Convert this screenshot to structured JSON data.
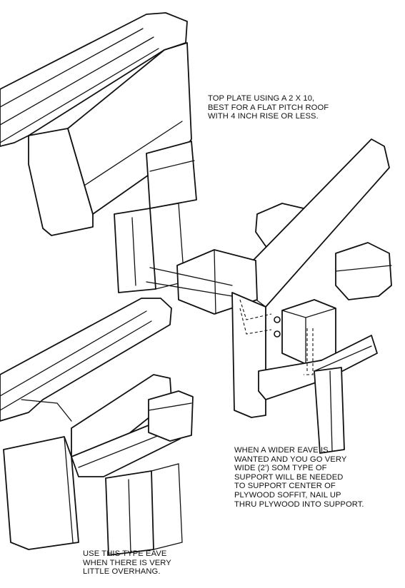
{
  "notes": {
    "top_plate": {
      "lines": [
        "TOP PLATE USING A 2 x 10,",
        "BEST FOR A FLAT PITCH ROOF",
        "WITH 4 INCH RISE OR LESS."
      ]
    },
    "wider_eave": {
      "lines": [
        "WHEN A WIDER EAVE IS",
        "WANTED AND YOU GO VERY",
        "WIDE (2') SOM TYPE OF",
        "SUPPORT WILL BE NEEDED",
        "TO SUPPORT CENTER OF",
        "PLYWOOD SOFFIT, NAIL UP",
        "THRU PLYWOOD INTO SUPPORT."
      ]
    },
    "little_overhang": {
      "lines": [
        "USE THIS TYPE EAVE",
        "WHEN THERE IS VERY",
        "LITTLE OVERHANG."
      ]
    }
  },
  "colors": {
    "ink": "#111111",
    "paper": "#ffffff"
  }
}
